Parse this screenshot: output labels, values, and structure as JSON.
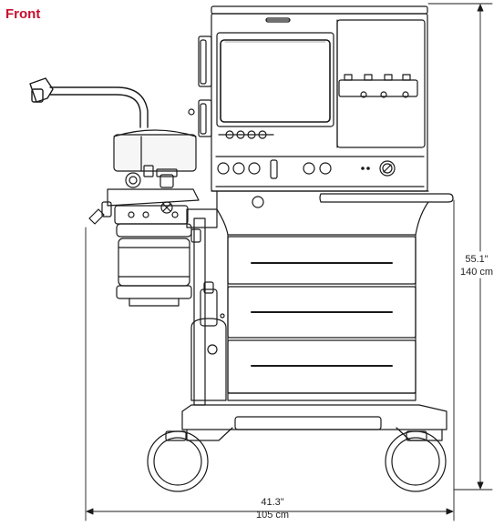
{
  "title": "Front",
  "dimensions": {
    "height": {
      "inches": "55.1\"",
      "cm": "140 cm"
    },
    "width": {
      "inches": "41.3\"",
      "cm": "105 cm"
    }
  },
  "colors": {
    "title": "#c8102e",
    "line": "#1a1a1a",
    "panel_fill": "#f4f4f4",
    "shade": "#c9c9c9"
  }
}
